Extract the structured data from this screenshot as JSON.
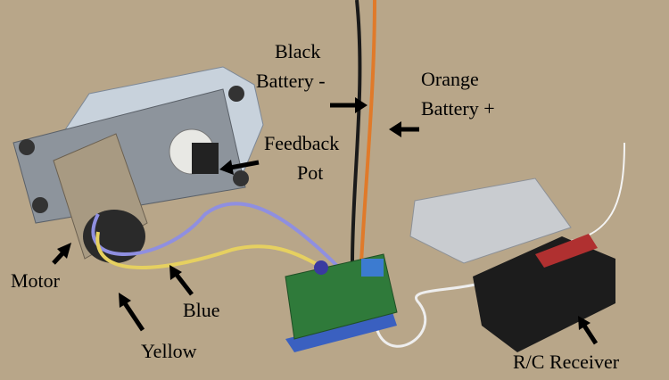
{
  "labels": {
    "black_battery_line1": "Black",
    "black_battery_line2": "Battery -",
    "orange_battery_line1": "Orange",
    "orange_battery_line2": "Battery +",
    "feedback_line1": "Feedback",
    "feedback_line2": "Pot",
    "motor": "Motor",
    "yellow": "Yellow",
    "blue": "Blue",
    "receiver": "R/C Receiver"
  },
  "colors": {
    "background": "#b8a689",
    "black_wire": "#1a1a1a",
    "orange_wire": "#e07a2a",
    "yellow_wire": "#e6d060",
    "blue_wire": "#8f8fe0",
    "pcb": "#2f7a3a"
  }
}
